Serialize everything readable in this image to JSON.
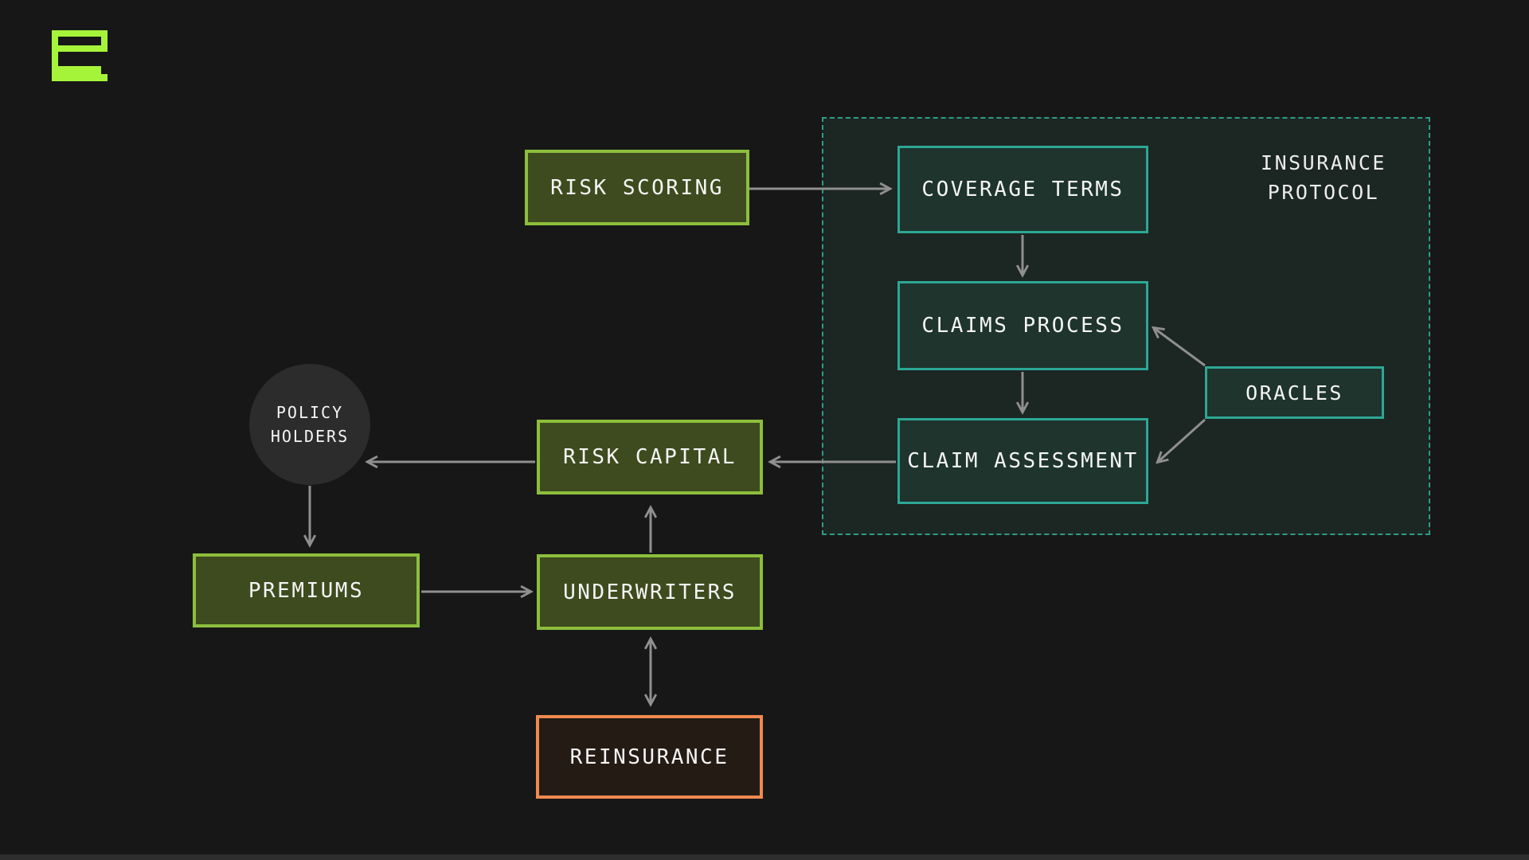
{
  "brand": {
    "logo_name": "blocky-s-logo",
    "logo_color": "#A6F43A"
  },
  "diagram": {
    "container_label": "INSURANCE\nPROTOCOL",
    "nodes": {
      "risk_scoring": {
        "label": "RISK SCORING"
      },
      "coverage_terms": {
        "label": "COVERAGE TERMS"
      },
      "claims_process": {
        "label": "CLAIMS PROCESS"
      },
      "claim_assessment": {
        "label": "CLAIM ASSESSMENT"
      },
      "oracles": {
        "label": "ORACLES"
      },
      "policy_holders": {
        "line1": "POLICY",
        "line2": "HOLDERS"
      },
      "risk_capital": {
        "label": "RISK CAPITAL"
      },
      "premiums": {
        "label": "PREMIUMS"
      },
      "underwriters": {
        "label": "UNDERWRITERS"
      },
      "reinsurance": {
        "label": "REINSURANCE"
      }
    },
    "edges": [
      {
        "from": "RISK SCORING",
        "to": "COVERAGE TERMS",
        "direction": "one-way"
      },
      {
        "from": "COVERAGE TERMS",
        "to": "CLAIMS PROCESS",
        "direction": "one-way"
      },
      {
        "from": "CLAIMS PROCESS",
        "to": "CLAIM ASSESSMENT",
        "direction": "one-way"
      },
      {
        "from": "ORACLES",
        "to": "CLAIMS PROCESS",
        "direction": "one-way"
      },
      {
        "from": "ORACLES",
        "to": "CLAIM ASSESSMENT",
        "direction": "one-way"
      },
      {
        "from": "CLAIM ASSESSMENT",
        "to": "RISK CAPITAL",
        "direction": "one-way"
      },
      {
        "from": "RISK CAPITAL",
        "to": "POLICY HOLDERS",
        "direction": "one-way"
      },
      {
        "from": "POLICY HOLDERS",
        "to": "PREMIUMS",
        "direction": "one-way"
      },
      {
        "from": "PREMIUMS",
        "to": "UNDERWRITERS",
        "direction": "one-way"
      },
      {
        "from": "UNDERWRITERS",
        "to": "RISK CAPITAL",
        "direction": "one-way"
      },
      {
        "from": "UNDERWRITERS",
        "to": "REINSURANCE",
        "direction": "two-way"
      }
    ],
    "colors": {
      "background": "#171717",
      "protocol_fill": "#1C2622",
      "protocol_dashed_border": "#2E9B89",
      "teal_border": "#2CA794",
      "teal_fill": "#1E342D",
      "green_border": "#8CBE3C",
      "green_fill": "#3E4B1E",
      "orange_border": "#F08A50",
      "orange_fill": "#241B15",
      "circle_fill": "#2C2C2C",
      "arrow": "#8F8F8F",
      "text": "#F5F5F5"
    }
  }
}
